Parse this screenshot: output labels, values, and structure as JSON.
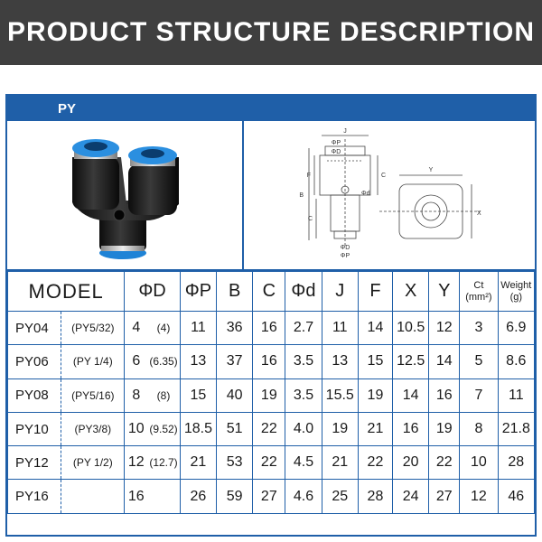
{
  "banner": {
    "title": "PRODUCT STRUCTURE DESCRIPTION"
  },
  "series": {
    "label": "PY"
  },
  "drawing": {
    "labels": [
      "J",
      "ΦP",
      "ΦD",
      "F",
      "C",
      "B",
      "C",
      "Φd",
      "ΦD",
      "ΦP",
      "Y",
      "X"
    ]
  },
  "table": {
    "headers": {
      "model": "MODEL",
      "od": "ΦD",
      "op": "ΦP",
      "b": "B",
      "c": "C",
      "od_small": "Φd",
      "j": "J",
      "f": "F",
      "x": "X",
      "y": "Y",
      "ct_top": "Ct",
      "ct_bottom": "(mm²)",
      "weight_top": "Weight",
      "weight_bottom": "(g)"
    },
    "rows": [
      {
        "model": "PY04",
        "alt": "(PY5/32)",
        "d": "4",
        "d_inch": "(4)",
        "p": "11",
        "b": "36",
        "c": "16",
        "dd": "2.7",
        "j": "11",
        "f": "14",
        "x": "10.5",
        "y": "12",
        "ct": "3",
        "w": "6.9"
      },
      {
        "model": "PY06",
        "alt": "(PY 1/4)",
        "d": "6",
        "d_inch": "(6.35)",
        "p": "13",
        "b": "37",
        "c": "16",
        "dd": "3.5",
        "j": "13",
        "f": "15",
        "x": "12.5",
        "y": "14",
        "ct": "5",
        "w": "8.6"
      },
      {
        "model": "PY08",
        "alt": "(PY5/16)",
        "d": "8",
        "d_inch": "(8)",
        "p": "15",
        "b": "40",
        "c": "19",
        "dd": "3.5",
        "j": "15.5",
        "f": "19",
        "x": "14",
        "y": "16",
        "ct": "7",
        "w": "11"
      },
      {
        "model": "PY10",
        "alt": "(PY3/8)",
        "d": "10",
        "d_inch": "(9.52)",
        "p": "18.5",
        "b": "51",
        "c": "22",
        "dd": "4.0",
        "j": "19",
        "f": "21",
        "x": "16",
        "y": "19",
        "ct": "8",
        "w": "21.8"
      },
      {
        "model": "PY12",
        "alt": "(PY 1/2)",
        "d": "12",
        "d_inch": "(12.7)",
        "p": "21",
        "b": "53",
        "c": "22",
        "dd": "4.5",
        "j": "21",
        "f": "22",
        "x": "20",
        "y": "22",
        "ct": "10",
        "w": "28"
      },
      {
        "model": "PY16",
        "alt": "",
        "d": "16",
        "d_inch": "",
        "p": "26",
        "b": "59",
        "c": "27",
        "dd": "4.6",
        "j": "25",
        "f": "28",
        "x": "24",
        "y": "27",
        "ct": "12",
        "w": "46"
      }
    ]
  },
  "colors": {
    "frame": "#1f5fa8",
    "banner": "#3f3f3f",
    "fitting_body": "#1c1c1c",
    "collet": "#2b8fe0"
  }
}
